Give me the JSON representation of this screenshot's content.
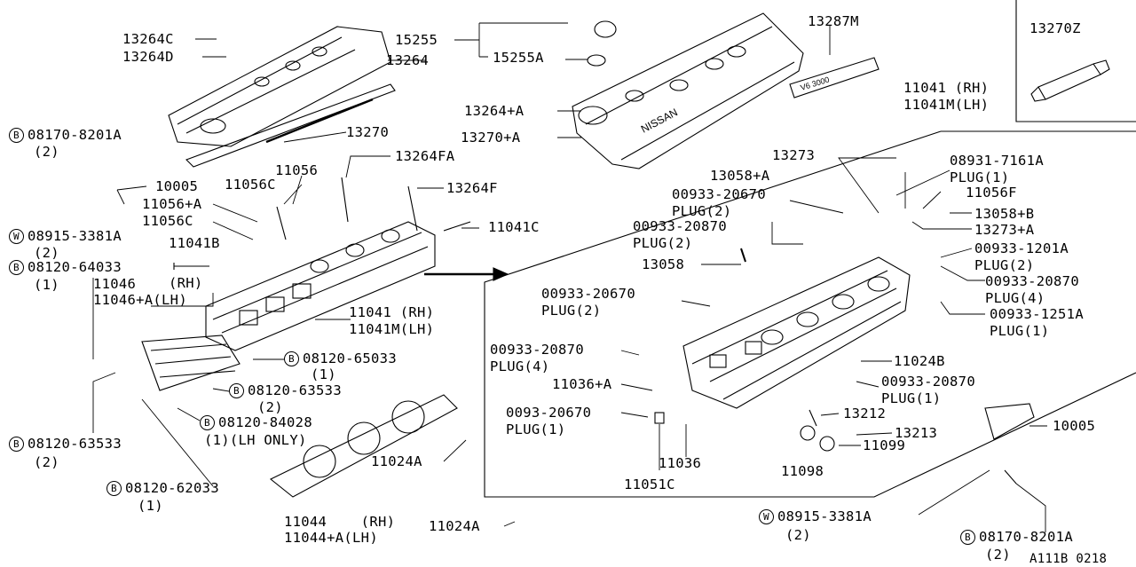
{
  "diagram_code": "A111B 0218",
  "part_labels": {
    "p13264c": "13264C",
    "p13264d": "13264D",
    "p13264": "13264",
    "p15255": "15255",
    "p15255a": "15255A",
    "p13287m": "13287M",
    "p13270z": "13270Z",
    "p13264pa": "13264+A",
    "p13270pa": "13270+A",
    "p08170_a": "08170-8201A",
    "p08170_a_qty": "(2)",
    "p13270": "13270",
    "p11056": "11056",
    "p11056c_a": "11056C",
    "p13264fa": "13264FA",
    "p10005_a": "10005",
    "p13264f": "13264F",
    "p11056pa": "11056+A",
    "p11056c_b": "11056C",
    "p08915_a": "08915-3381A",
    "p08915_a_qty": "(2)",
    "p11041c": "11041C",
    "p11041b": "11041B",
    "p08120_64033": "08120-64033",
    "p08120_64033_qty": "(1)",
    "p11046": "11046",
    "p11046pa": "11046+A(LH)",
    "p_rh_small": "(RH)",
    "p11041_mid": "11041 (RH)",
    "p11041m_mid": "11041M(LH)",
    "p08120_65033": "08120-65033",
    "p08120_65033_qty": "(1)",
    "p08120_63533_a": "08120-63533",
    "p08120_63533_a_qty": "(2)",
    "p08120_84028": "08120-84028",
    "p08120_84028_qty": "(1)(LH ONLY)",
    "p08120_63533_b": "08120-63533",
    "p08120_63533_b_qty": "(2)",
    "p08120_62033": "08120-62033",
    "p08120_62033_qty": "(1)",
    "p11024a_a": "11024A",
    "p11044": "11044    (RH)",
    "p11044pa": "11044+A(LH)",
    "p11024a_b": "11024A",
    "p11041_top": "11041 (RH)",
    "p11041m_top": "11041M(LH)",
    "p13273": "13273",
    "p08931": "08931-7161A",
    "p08931_plug": "PLUG(1)",
    "p13058pa": "13058+A",
    "p11056f": "11056F",
    "p00933_20670_a": "00933-20670",
    "p00933_20670_a_plug": "PLUG(2)",
    "p13058pb": "13058+B",
    "p00933_20870_a": "00933-20870",
    "p00933_20870_a_plug": "PLUG(2)",
    "p13273pa": "13273+A",
    "p00933_1201a": "00933-1201A",
    "p00933_1201a_plug": "PLUG(2)",
    "p13058": "13058",
    "p00933_20870_b": "00933-20870",
    "p00933_20870_b_plug": "PLUG(4)",
    "p00933_20670_b": "00933-20670",
    "p00933_20670_b_plug": "PLUG(2)",
    "p00933_1251a": "00933-1251A",
    "p00933_1251a_plug": "PLUG(1)",
    "p00933_20870_c": "00933-20870",
    "p00933_20870_c_plug": "PLUG(4)",
    "p11024b": "11024B",
    "p11036pa": "11036+A",
    "p00933_20870_d": "00933-20870",
    "p00933_20870_d_plug": "PLUG(1)",
    "p0093_20670": "0093-20670",
    "p0093_20670_plug": "PLUG(1)",
    "p13212": "13212",
    "p10005_b": "10005",
    "p13213": "13213",
    "p11099": "11099",
    "p11036": "11036",
    "p11098": "11098",
    "p11051c": "11051C",
    "p08915_b": "08915-3381A",
    "p08915_b_qty": "(2)",
    "p08170_b": "08170-8201A",
    "p08170_b_qty": "(2)"
  },
  "markers": {
    "bolt": "B",
    "washer": "W"
  },
  "cover_text": {
    "nissan": "NISSAN",
    "v6": "V6 3000"
  }
}
